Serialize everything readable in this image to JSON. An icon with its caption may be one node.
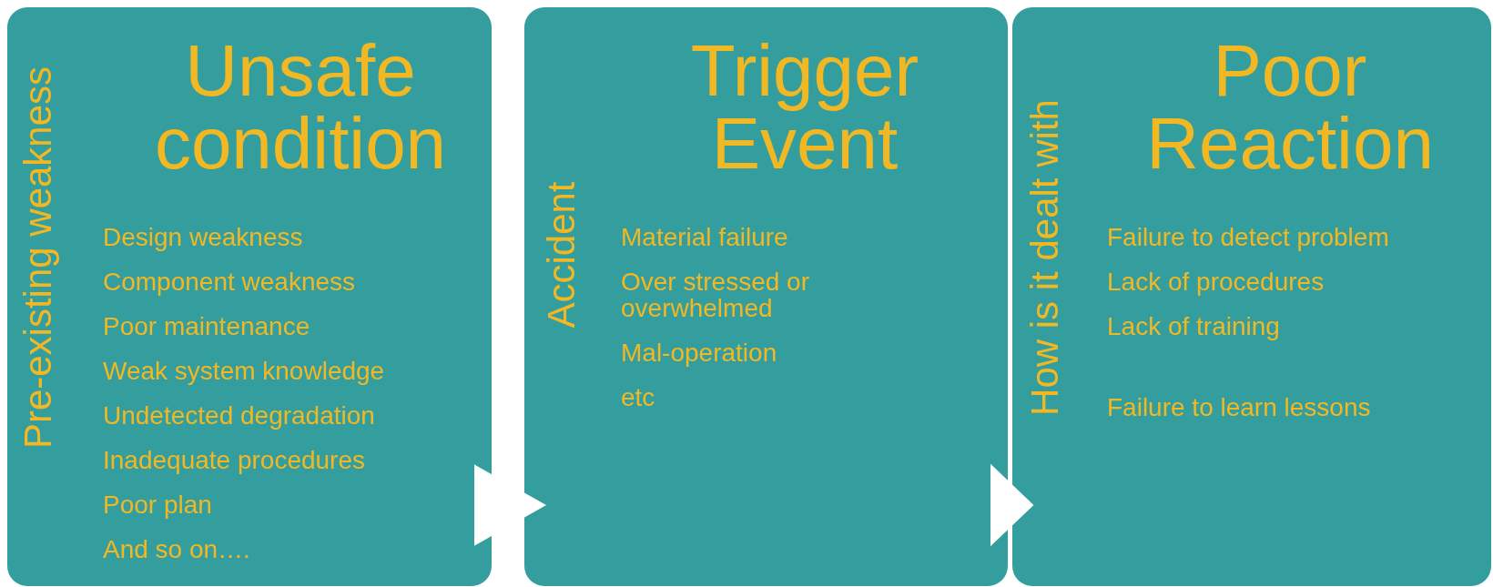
{
  "diagram": {
    "nodes": [
      {
        "text": [
          "Pre-existing weakness",
          "Unsafe condition",
          "Design weakness",
          "Component weakness",
          "Poor maintenance",
          "Weak system knowledge",
          "Undetected degradation",
          "Inadequate procedures",
          "Poor plan",
          "And so on…."
        ]
      },
      {
        "text": [
          "Accident",
          "Trigger Event",
          "Material failure",
          "Over stressed or overwhelmed",
          "Mal-operation",
          "etc"
        ]
      },
      {
        "text": [
          "How is it dealt with",
          "Poor Reaction",
          "Failure to detect problem",
          "Lack of procedures",
          "Lack of training",
          "Failure to learn lessons"
        ]
      }
    ],
    "edges": [
      {
        "from": 0,
        "to": 1,
        "arrow": "to"
      },
      {
        "from": 1,
        "to": 2,
        "arrow": "to"
      }
    ]
  }
}
